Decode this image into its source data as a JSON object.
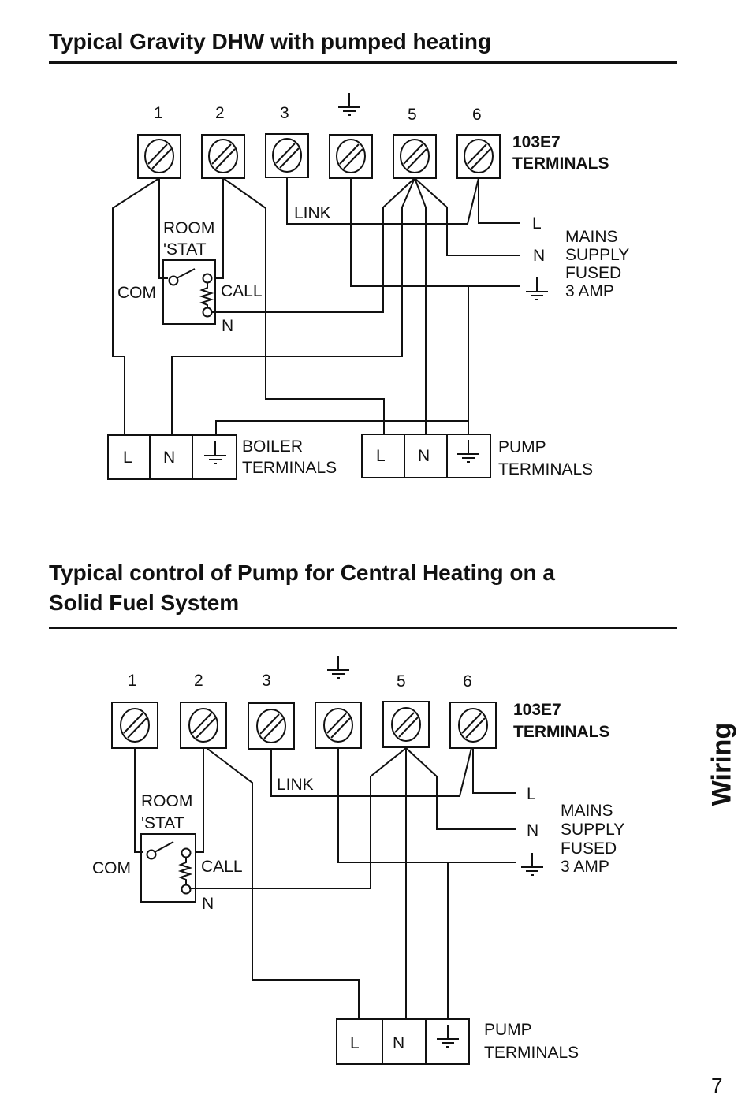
{
  "page": {
    "side_tab": "Wiring",
    "page_number": "7"
  },
  "diagram1": {
    "title": "Typical Gravity DHW with pumped heating",
    "terminal_numbers": [
      "1",
      "2",
      "3",
      "earth",
      "5",
      "6"
    ],
    "terminal_block_label": [
      "103E7",
      "TERMINALS"
    ],
    "room_stat_label": [
      "ROOM",
      "'STAT"
    ],
    "com_label": "COM",
    "call_label": "CALL",
    "n_label": "N",
    "link_label": "LINK",
    "mains": {
      "l": "L",
      "n": "N",
      "label": [
        "MAINS",
        "SUPPLY",
        "FUSED",
        "3 AMP"
      ]
    },
    "boiler_terminals": {
      "cells": [
        "L",
        "N",
        "earth"
      ],
      "label": [
        "BOILER",
        "TERMINALS"
      ]
    },
    "pump_terminals": {
      "cells": [
        "L",
        "N",
        "earth"
      ],
      "label": [
        "PUMP",
        "TERMINALS"
      ]
    }
  },
  "diagram2": {
    "title_lines": [
      "Typical control of Pump for Central Heating on a",
      "Solid Fuel System"
    ],
    "terminal_numbers": [
      "1",
      "2",
      "3",
      "earth",
      "5",
      "6"
    ],
    "terminal_block_label": [
      "103E7",
      "TERMINALS"
    ],
    "room_stat_label": [
      "ROOM",
      "'STAT"
    ],
    "com_label": "COM",
    "call_label": "CALL",
    "n_label": "N",
    "link_label": "LINK",
    "mains": {
      "l": "L",
      "n": "N",
      "label": [
        "MAINS",
        "SUPPLY",
        "FUSED",
        "3 AMP"
      ]
    },
    "pump_terminals": {
      "cells": [
        "L",
        "N",
        "earth"
      ],
      "label": [
        "PUMP",
        "TERMINALS"
      ]
    }
  }
}
